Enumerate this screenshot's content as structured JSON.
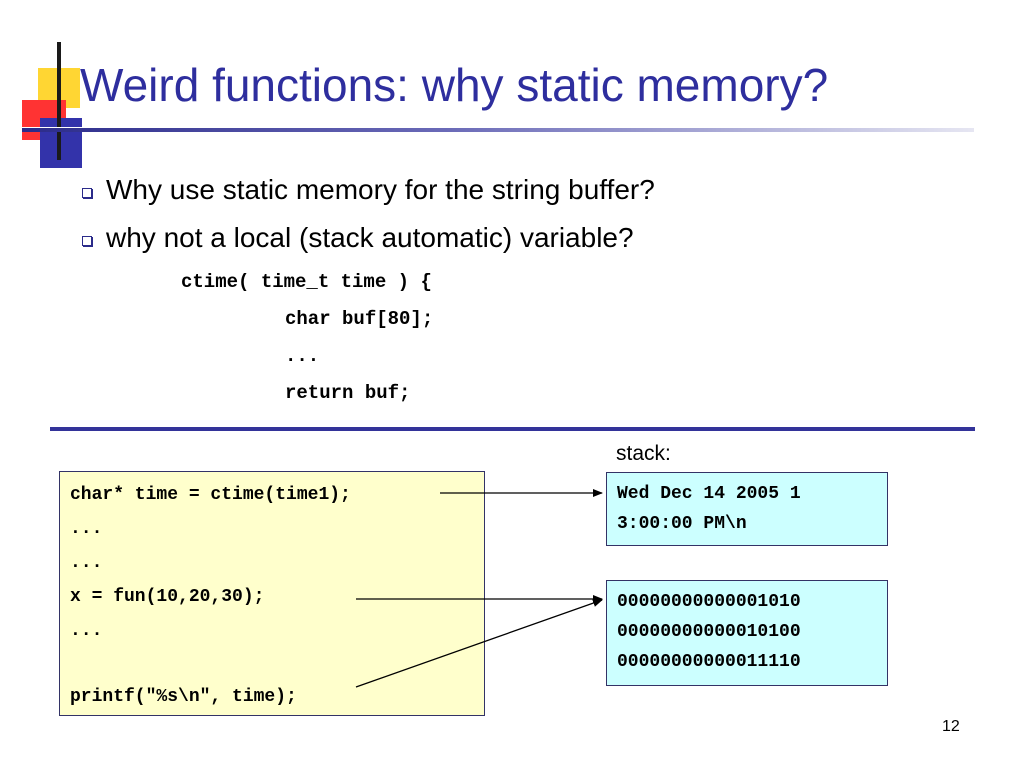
{
  "slide": {
    "title": "Weird functions: why static memory?",
    "page_number": "12"
  },
  "bullets": [
    "Why use static memory for the string buffer?",
    "why not a local (stack automatic) variable?"
  ],
  "code_listing": [
    "ctime( time_t time ) {",
    "char buf[80];",
    "...",
    "return buf;"
  ],
  "stack_label": "stack:",
  "caller_code": [
    "char* time = ctime(time1);",
    "...",
    "...",
    "x = fun(10,20,30);",
    "...",
    "",
    "printf(\"%s\\n\", time);"
  ],
  "stack_box_1": [
    "Wed Dec 14 2005 1",
    "3:00:00 PM\\n"
  ],
  "stack_box_2": [
    "00000000000001010",
    "00000000000010100",
    "00000000000011110"
  ],
  "colors": {
    "title": "#2e2e9e",
    "rule": "#333399",
    "code_box_fill": "#ffffcc",
    "stack_box_fill": "#ccffff",
    "deco_yellow": "#ffd633",
    "deco_red": "#ff3333",
    "deco_blue": "#3333aa"
  }
}
